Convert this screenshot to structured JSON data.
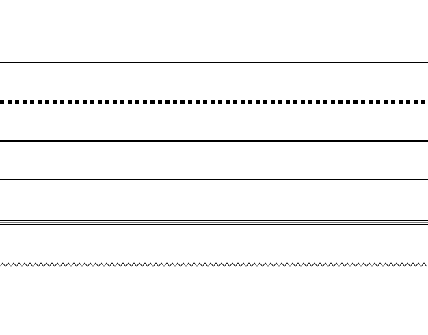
{
  "lines": [
    {
      "style": "thin-solid",
      "color": "#000000"
    },
    {
      "style": "dotted",
      "color": "#000000"
    },
    {
      "style": "medium-solid",
      "color": "#000000"
    },
    {
      "style": "double",
      "color": "#000000"
    },
    {
      "style": "triple",
      "color": "#000000"
    },
    {
      "style": "wavy-zigzag",
      "color": "#000000"
    }
  ]
}
